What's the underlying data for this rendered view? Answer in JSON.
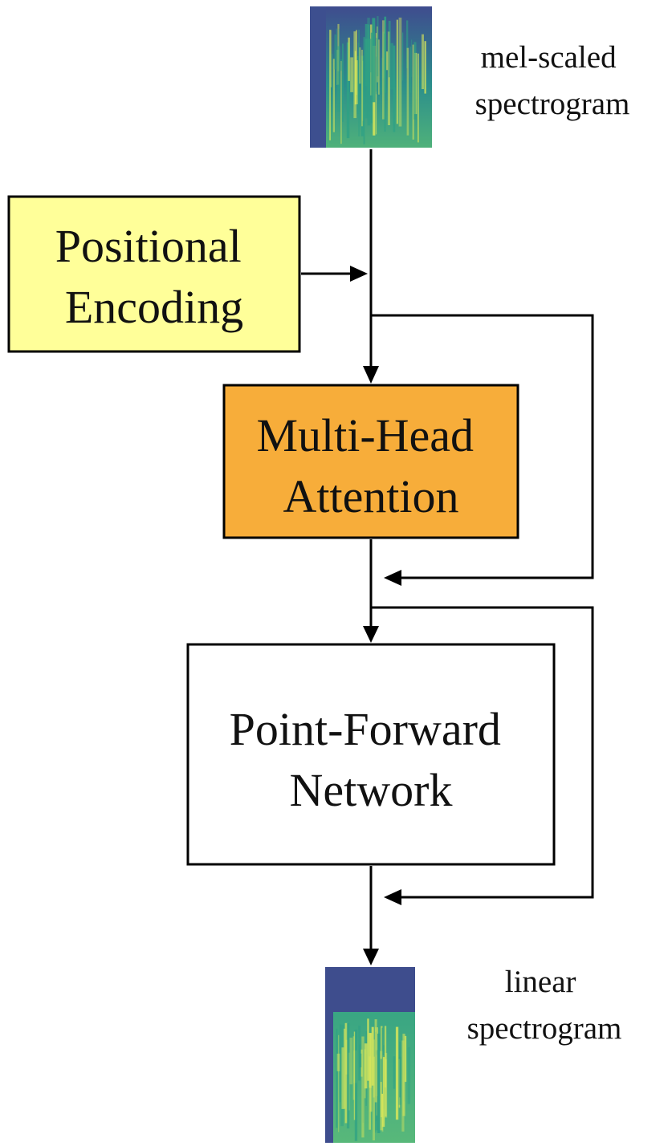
{
  "diagram": {
    "input": {
      "label_lines": [
        "mel-scaled",
        "spectrogram"
      ],
      "icon": "mel-spectrogram-image"
    },
    "positional_encoding": {
      "label_lines": [
        "Positional",
        "Encoding"
      ],
      "fill": "#ffff99"
    },
    "attention": {
      "label_lines": [
        "Multi-Head",
        "Attention"
      ],
      "fill": "#f7ad3a"
    },
    "feed_forward": {
      "label_lines": [
        "Point-Forward",
        "Network"
      ],
      "fill": "#ffffff"
    },
    "output": {
      "label_lines": [
        "linear",
        "spectrogram"
      ],
      "icon": "linear-spectrogram-image"
    },
    "colors": {
      "spectrogram_dark": "#3b4d8c",
      "spectrogram_mid": "#2fa184",
      "spectrogram_bright": "#d8e65a"
    }
  }
}
